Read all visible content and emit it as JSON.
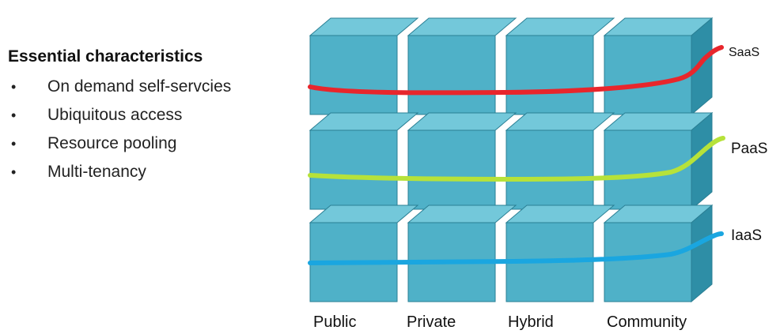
{
  "characteristics": {
    "heading": "Essential characteristics",
    "items": [
      "On demand self-servcies",
      "Ubiquitous access",
      "Resource pooling",
      "Multi-tenancy"
    ]
  },
  "deployment_models": [
    "Public",
    "Private",
    "Hybrid",
    "Community"
  ],
  "service_layers": [
    {
      "label": "SaaS",
      "color": "#e8262c"
    },
    {
      "label": "PaaS",
      "color": "#b6e23a"
    },
    {
      "label": "IaaS",
      "color": "#1aa6e0"
    }
  ],
  "colors": {
    "cube_front": "#4fb1c8",
    "cube_top": "#73c8da",
    "cube_side": "#2e8ea6",
    "cube_edge": "#2a7f94"
  }
}
